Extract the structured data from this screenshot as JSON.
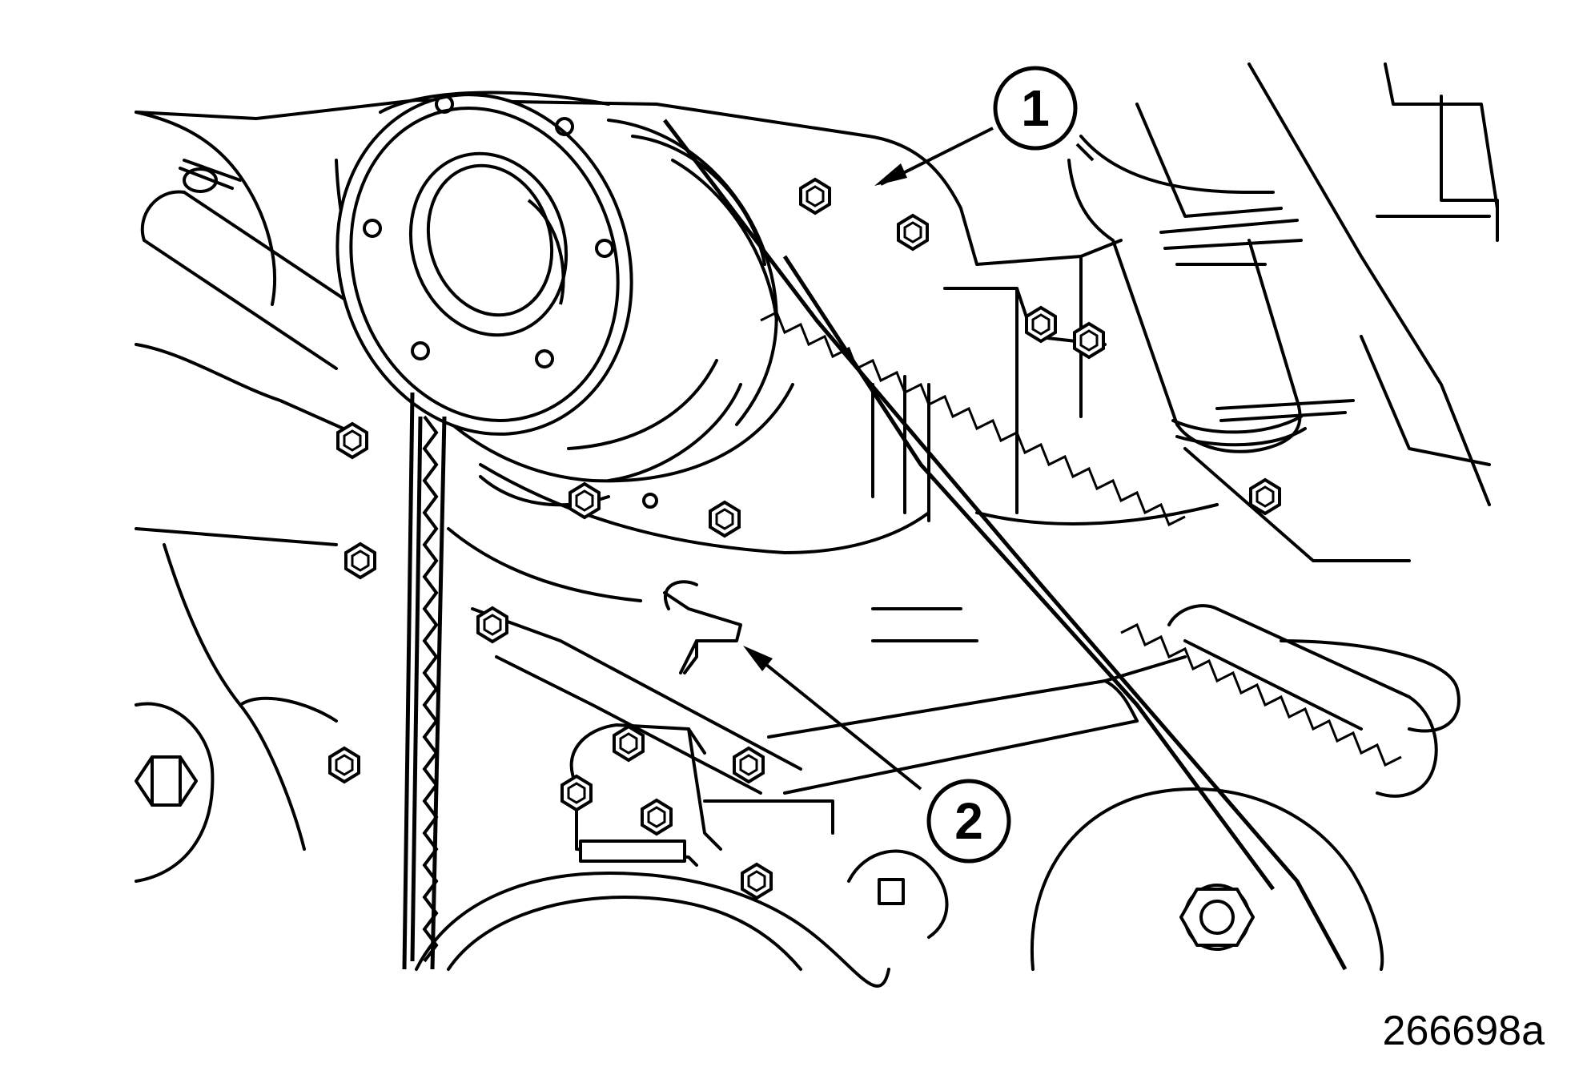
{
  "callouts": [
    {
      "id": "1"
    },
    {
      "id": "2"
    }
  ],
  "figure_id": "266698a",
  "colors": {
    "line": "#000000",
    "background": "#ffffff"
  }
}
